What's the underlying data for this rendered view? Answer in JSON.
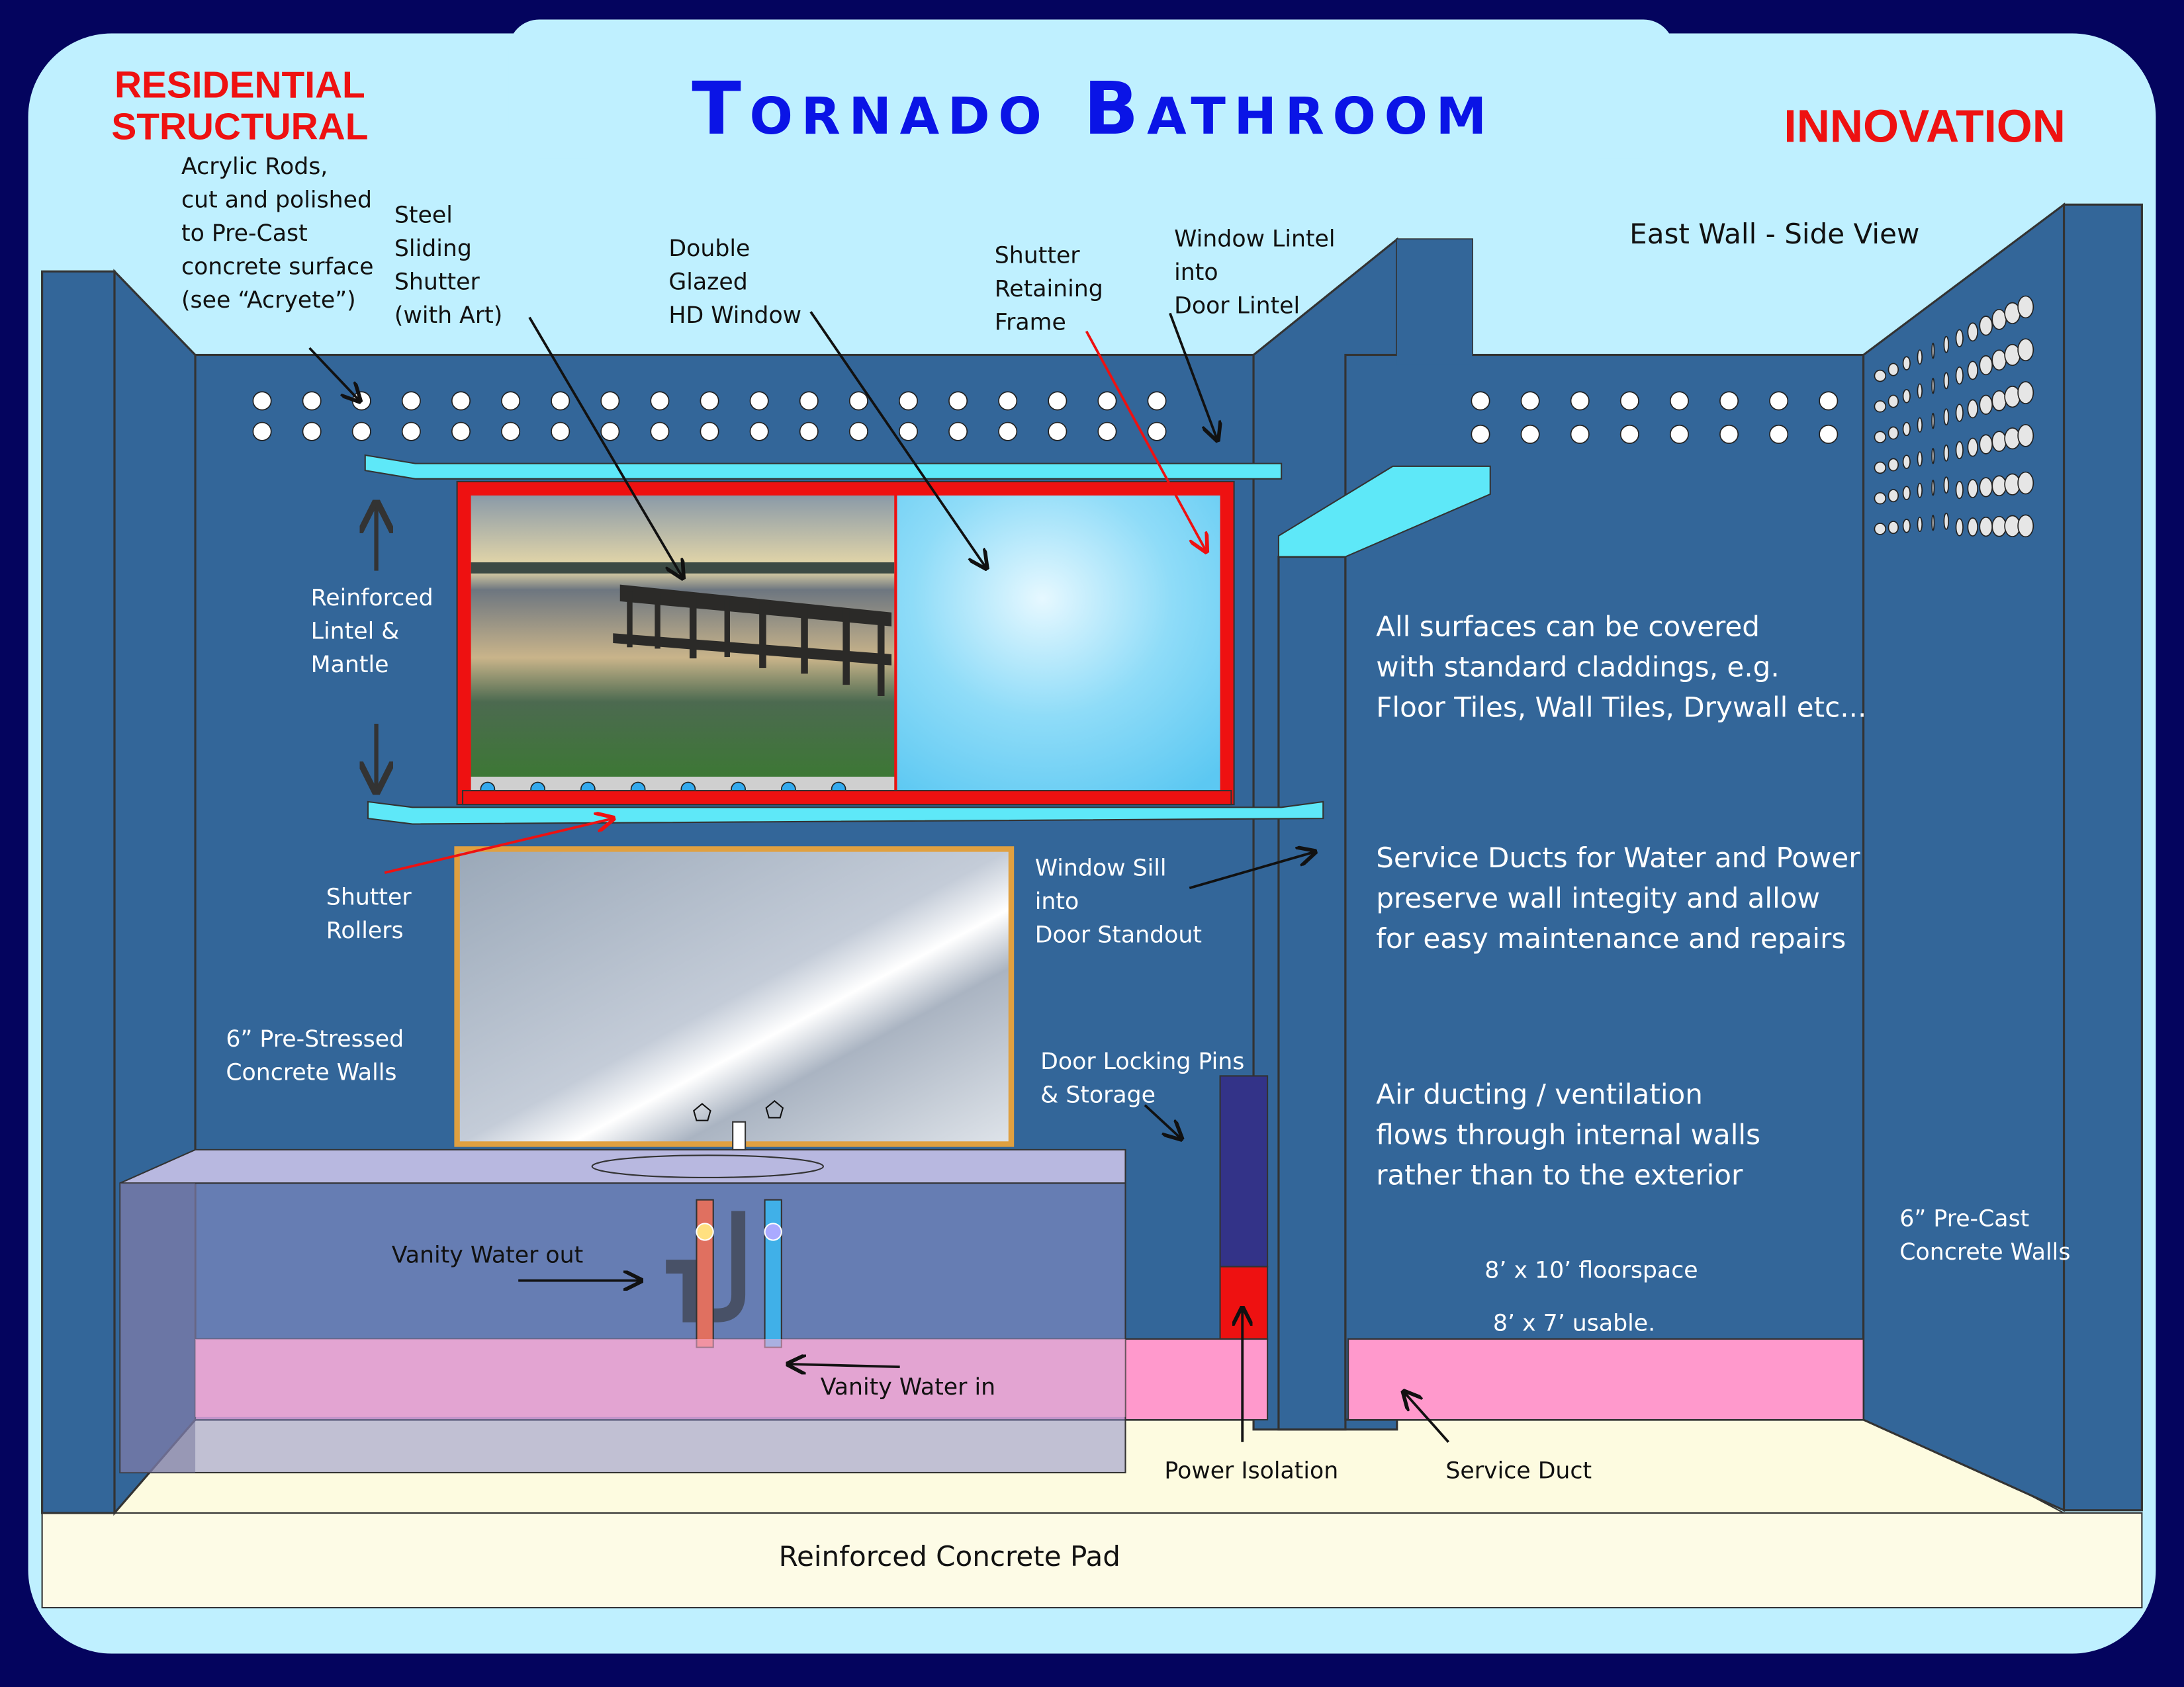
{
  "header": {
    "title": "Tornado Bathroom",
    "left_tag": [
      "RESIDENTIAL",
      "STRUCTURAL"
    ],
    "right_tag": "INNOVATION"
  },
  "colors": {
    "background": "#04045e",
    "panel": "#bff0ff",
    "wall": "#336699",
    "lintel": "#5ee8f8",
    "frame": "#ee1111",
    "duct": "#ff99cc",
    "pad": "#fdfbe6",
    "title": "#0a14e6"
  },
  "labels": {
    "acrylic": [
      "Acrylic Rods,",
      "cut and polished",
      "to Pre-Cast",
      "concrete surface",
      "(see “Acryete”)"
    ],
    "steel": [
      "Steel",
      "Sliding",
      "Shutter",
      "(with Art)"
    ],
    "glazed": [
      "Double",
      "Glazed",
      "HD Window"
    ],
    "retaining": [
      "Shutter",
      "Retaining",
      "Frame"
    ],
    "window_lintel": [
      "Window Lintel",
      "into",
      "Door Lintel"
    ],
    "east_wall": "East Wall - Side View",
    "reinforced_lintel": [
      "Reinforced",
      "Lintel &",
      "Mantle"
    ],
    "rollers": [
      "Shutter",
      "Rollers"
    ],
    "prestressed": [
      "6” Pre-Stressed",
      "Concrete Walls"
    ],
    "window_sill": [
      "Window Sill",
      "into",
      "Door Standout"
    ],
    "door_pins": [
      "Door Locking Pins",
      "& Storage"
    ],
    "water_out": "Vanity Water out",
    "water_in": "Vanity Water in",
    "power": "Power Isolation",
    "service_duct": "Service Duct",
    "pad": "Reinforced Concrete Pad",
    "precast": [
      "6” Pre-Cast",
      "Concrete Walls"
    ],
    "surfaces": [
      "All surfaces can be covered",
      "with standard claddings, e.g.",
      "Floor Tiles, Wall Tiles, Drywall etc..."
    ],
    "ducts": [
      "Service Ducts  for Water and Power",
      "preserve wall integity and allow",
      "for easy maintenance and repairs"
    ],
    "air": [
      "Air ducting  / ventilation",
      "flows through internal walls",
      "rather than to the exterior"
    ],
    "floorspace": "8’ x 10’ floorspace",
    "usable": "8’ x 7’ usable."
  }
}
